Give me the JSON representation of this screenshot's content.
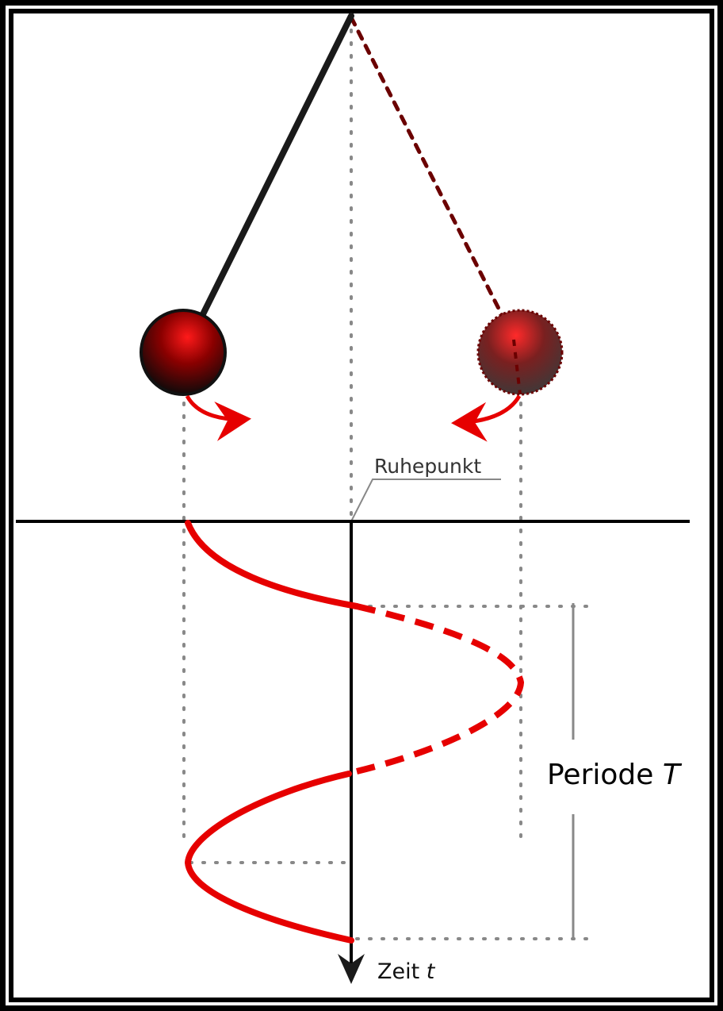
{
  "labels": {
    "rest_point": "Ruhepunkt",
    "period_word": "Periode",
    "period_symbol": "T",
    "time_word": "Zeit",
    "time_symbol": "t"
  },
  "colors": {
    "background": "#ffffff",
    "frame": "#000000",
    "string": "#1a1a1a",
    "ghost_string": "#6b0000",
    "bob_red": "#ff1a1a",
    "curve": "#e60000",
    "guide": "#888888"
  }
}
